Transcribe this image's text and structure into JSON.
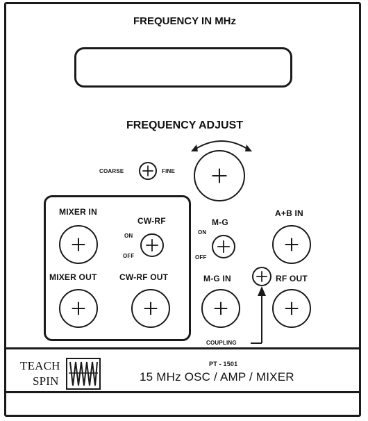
{
  "panel": {
    "title": "FREQUENCY IN MHz",
    "display_value": "",
    "adjust_label": "FREQUENCY ADJUST",
    "coarse_label": "COARSE",
    "fine_label": "FINE"
  },
  "mixer": {
    "mixer_in_label": "MIXER IN",
    "mixer_out_label": "MIXER OUT",
    "cwrf_label": "CW-RF",
    "cwrf_out_label": "CW-RF OUT",
    "on_label": "ON",
    "off_label": "OFF"
  },
  "mg": {
    "label": "M-G",
    "in_label": "M-G IN",
    "on_label": "ON",
    "off_label": "OFF",
    "coupling_label": "COUPLING"
  },
  "right": {
    "ab_in_label": "A+B IN",
    "rf_out_label": "RF OUT"
  },
  "footer": {
    "brand_line1": "TEACH",
    "brand_line2": "SPIN",
    "model": "PT - 1501",
    "description": "15 MHz OSC / AMP / MIXER"
  }
}
